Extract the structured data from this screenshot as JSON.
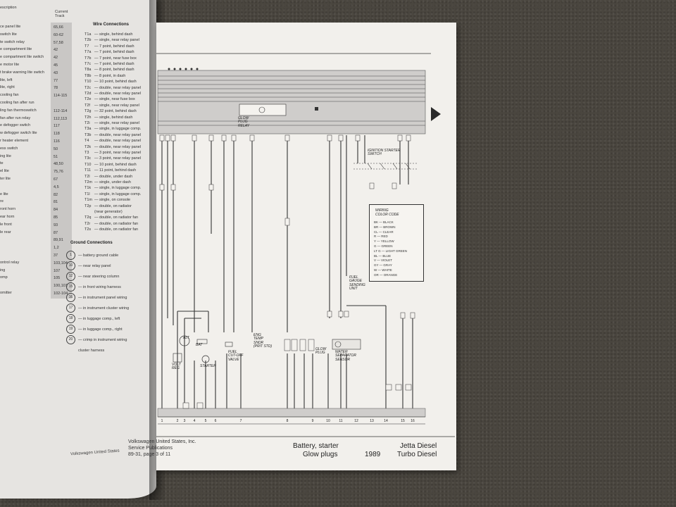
{
  "left_page": {
    "track_header": "Current\nTrack",
    "component_header": "escription",
    "component_rows": [
      {
        "text": "ce panel lite",
        "track": "65,66"
      },
      {
        "text": "switch lite",
        "track": "60-62"
      },
      {
        "text": "te switch relay",
        "track": "57,58"
      },
      {
        "text": "e compartment lite",
        "track": "42"
      },
      {
        "text": "e compartment lite switch",
        "track": "42"
      },
      {
        "text": "e motor lite",
        "track": "45"
      },
      {
        "text": "t brake warning lite switch",
        "track": "43"
      },
      {
        "text": "lite, left",
        "track": "77"
      },
      {
        "text": "lite, right",
        "track": "78"
      },
      {
        "text": "cooling fan",
        "track": "114-115"
      },
      {
        "text": "cooling fan after run",
        "track": ""
      },
      {
        "text": "ling fan thermoswitch",
        "track": "112-114"
      },
      {
        "text": "fan after run relay",
        "track": "112,113"
      },
      {
        "text": "e defogger switch",
        "track": "117"
      },
      {
        "text": "w defogger switch lite",
        "track": "118"
      },
      {
        "text": "r heater element",
        "track": "116"
      },
      {
        "text": "ess switch",
        "track": "50"
      },
      {
        "text": "ing lite",
        "track": "51"
      },
      {
        "text": "te",
        "track": "48,50"
      },
      {
        "text": "el lite",
        "track": "75,76"
      },
      {
        "text": "ter lite",
        "track": "67"
      },
      {
        "text": "",
        "track": "4,5"
      },
      {
        "text": "e lite",
        "track": "82"
      },
      {
        "text": "re",
        "track": "81"
      },
      {
        "text": "ront horn",
        "track": "84"
      },
      {
        "text": "ear horn",
        "track": "85"
      },
      {
        "text": "le front",
        "track": "93"
      },
      {
        "text": "le rear",
        "track": "87"
      },
      {
        "text": "",
        "track": "89,91"
      },
      {
        "text": "",
        "track": "1,2"
      },
      {
        "text": "",
        "track": "37"
      },
      {
        "text": "ontrol relay",
        "track": "103,104"
      },
      {
        "text": "ing",
        "track": "107"
      },
      {
        "text": "omp",
        "track": "105"
      },
      {
        "text": "",
        "track": "100,101"
      },
      {
        "text": "omitter",
        "track": "102-104"
      }
    ],
    "wire_title": "Wire Connections",
    "wire_rows": [
      {
        "code": "T1a",
        "desc": "— single, behind dash"
      },
      {
        "code": "T2b",
        "desc": "— single, near relay panel"
      },
      {
        "code": "T7",
        "desc": "— 7 point, behind dash"
      },
      {
        "code": "T7a",
        "desc": "— 7 point, behind dash"
      },
      {
        "code": "T7b",
        "desc": "— 7 point, near fuse box"
      },
      {
        "code": "T7c",
        "desc": "— 7 point, behind dash"
      },
      {
        "code": "T8a",
        "desc": "— 8 point, behind dash"
      },
      {
        "code": "T8b",
        "desc": "— 8 point, in dash"
      },
      {
        "code": "T10",
        "desc": "— 10 point, behind dash"
      },
      {
        "code": "T2c",
        "desc": "— double, near relay panel"
      },
      {
        "code": "T2d",
        "desc": "— double, near relay panel"
      },
      {
        "code": "T2e",
        "desc": "— single, near fuse box"
      },
      {
        "code": "T2f",
        "desc": "— single, near relay panel"
      },
      {
        "code": "T2g",
        "desc": "— 32 point, behind dash"
      },
      {
        "code": "T2h",
        "desc": "— single, behind dash"
      },
      {
        "code": "T2i",
        "desc": "— single, near relay panel"
      },
      {
        "code": "T3a",
        "desc": "— single, in luggage comp."
      },
      {
        "code": "T3b",
        "desc": "— double, near relay panel"
      },
      {
        "code": "T4",
        "desc": "— double, near relay panel"
      },
      {
        "code": "T2k",
        "desc": "— double, near relay panel"
      },
      {
        "code": "T3",
        "desc": "— 3 point, near relay panel"
      },
      {
        "code": "T3c",
        "desc": "— 3 point, near relay panel"
      },
      {
        "code": "T10",
        "desc": "— 10 point, behind dash"
      },
      {
        "code": "T11",
        "desc": "— 11 point, behind dash"
      },
      {
        "code": "T2l",
        "desc": "— double, under dash"
      },
      {
        "code": "T2m",
        "desc": "— single, under dash"
      },
      {
        "code": "T1k",
        "desc": "— single, in luggage comp."
      },
      {
        "code": "T1l",
        "desc": "— single, in luggage comp."
      },
      {
        "code": "T1m",
        "desc": "— single, on console"
      },
      {
        "code": "T2p",
        "desc": "— double, on radiator"
      },
      {
        "code": "",
        "desc": "(near generator)"
      },
      {
        "code": "T2q",
        "desc": "— double, on radiator fan"
      },
      {
        "code": "T2r",
        "desc": "— double, on radiator fan"
      },
      {
        "code": "T2s",
        "desc": "— double, on radiator fan"
      }
    ],
    "ground_title": "Ground Connections",
    "ground_rows": [
      {
        "num": "1",
        "desc": "— battery ground cable"
      },
      {
        "num": "10",
        "desc": "— near relay panel"
      },
      {
        "num": "12",
        "desc": "— near steering column"
      },
      {
        "num": "15",
        "desc": "— in front wiring harness"
      },
      {
        "num": "16",
        "desc": "— in instrument panel wiring"
      },
      {
        "num": "17",
        "desc": "— in instrument cluster wiring"
      },
      {
        "num": "18",
        "desc": "— in luggage comp., left"
      },
      {
        "num": "19",
        "desc": "— in luggage comp., right"
      },
      {
        "num": "20",
        "desc": "— crimp in instrument wiring"
      },
      {
        "num": "",
        "desc": "cluster harness"
      }
    ],
    "footer": "Volkswagen United States"
  },
  "right_page": {
    "relay_label": "GLOW\nPLUG\nRELAY",
    "ignition_label": "IGNITION STARTER\nSWITCH",
    "legend": {
      "title": "WIRING\nCOLOR CODE",
      "rows": [
        "BK  — BLACK",
        "BR  — BROWN",
        "CL  — CLEAR",
        "R   — RED",
        "Y   — YELLOW",
        "G   — GREEN",
        "LT G — LIGHT GREEN",
        "BL  — BLUE",
        "V   — VIOLET",
        "GY  — GRAY",
        "W   — WHITE",
        "OR  — ORANGE"
      ]
    },
    "components": {
      "alt": "ALT",
      "bat": "BAT",
      "volt_reg": "VOLT\nREG",
      "starter": "STARTER",
      "fuel_cutoff": "FUEL\nCUT-OFF\nVALVE",
      "eng_temp": "ENG\nTEMP\nSNDR\n(PRIT STD)",
      "glow_plug": "GLOW\nPLUG",
      "water_sep": "WATER\nSEPARATOR\nSENSOR",
      "fuel_gauge": "FUEL\nGAUGE\nSENDING\nUNIT"
    },
    "track_numbers": [
      "1",
      "2",
      "3",
      "4",
      "5",
      "6",
      "7",
      "8",
      "9",
      "10",
      "11",
      "12",
      "13",
      "14",
      "15",
      "16"
    ],
    "footer": {
      "publisher_line1": "Volkswagen United States, Inc.",
      "publisher_line2": "Service Publications",
      "page_ref": "89-31, page 3 of 11",
      "subject_line1": "Battery, starter",
      "subject_line2": "Glow plugs",
      "year": "1989",
      "model_line1": "Jetta Diesel",
      "model_line2": "Turbo Diesel"
    }
  }
}
